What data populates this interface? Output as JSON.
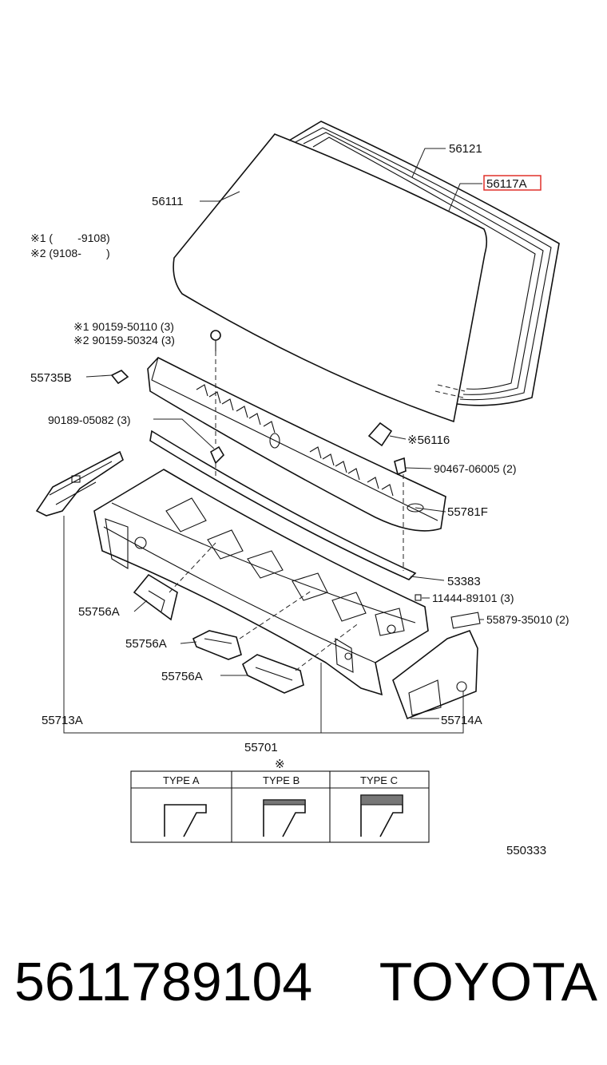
{
  "labels": {
    "p56121": "56121",
    "p56117a": "56117A",
    "p56111": "56111",
    "note1": "※1 (        -9108)",
    "note2": "※2 (9108-        )",
    "bolt1": "※1 90159-50110 (3)",
    "bolt2": "※2 90159-50324 (3)",
    "p55735b": "55735B",
    "p90189": "90189-05082 (3)",
    "p56116": "※56116",
    "p90467": "90467-06005 (2)",
    "p55781f": "55781F",
    "p53383": "53383",
    "p11444": "11444-89101 (3)",
    "p55879": "55879-35010 (2)",
    "p55756a_1": "55756A",
    "p55756a_2": "55756A",
    "p55756a_3": "55756A",
    "p55713a": "55713A",
    "p55714a": "55714A",
    "p55701": "55701",
    "type_note": "※",
    "type_a": "TYPE A",
    "type_b": "TYPE B",
    "type_c": "TYPE C",
    "diagram_code": "550333"
  },
  "caption": {
    "part_number": "5611789104",
    "brand": "TOYOTA"
  },
  "colors": {
    "highlight_box": "#e0302a",
    "ink": "#111111"
  }
}
